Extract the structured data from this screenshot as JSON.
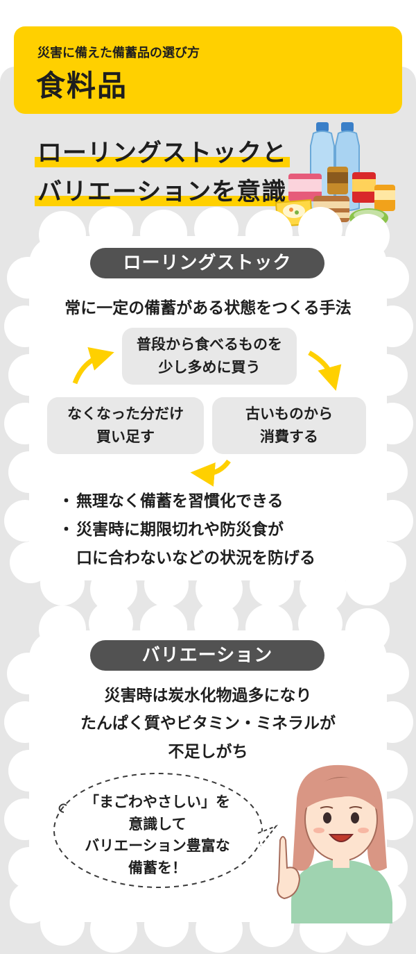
{
  "header": {
    "subtitle": "災害に備えた備蓄品の選び方",
    "title": "食料品"
  },
  "headline": {
    "line1": "ローリングストックと",
    "line2": "バリエーションを意識"
  },
  "rolling_stock": {
    "label": "ローリングストック",
    "description": "常に一定の備蓄がある状態をつくる手法",
    "steps": [
      {
        "line1": "普段から食べるものを",
        "line2": "少し多めに買う"
      },
      {
        "line1": "古いものから",
        "line2": "消費する"
      },
      {
        "line1": "なくなった分だけ",
        "line2": "買い足す"
      }
    ],
    "bullets": [
      {
        "dot": "・",
        "lines": [
          "無理なく備蓄を習慣化できる"
        ]
      },
      {
        "dot": "・",
        "lines": [
          "災害時に期限切れや防災食が",
          "口に合わないなどの状況を防げる"
        ]
      }
    ]
  },
  "variation": {
    "label": "バリエーション",
    "description": {
      "line1": "災害時は炭水化物過多になり",
      "line2": "たんぱく質やビタミン・ミネラルが",
      "line3": "不足しがち"
    },
    "bubble": {
      "line1": "「まごわやさしい」を",
      "line2": "意識して",
      "line3": "バリエーション豊富な",
      "line4": "備蓄を！"
    }
  },
  "colors": {
    "accent_yellow": "#ffd000",
    "panel_gray": "#e6e6e6",
    "pill_dark": "#525252",
    "box_gray": "#e8e8e8"
  }
}
